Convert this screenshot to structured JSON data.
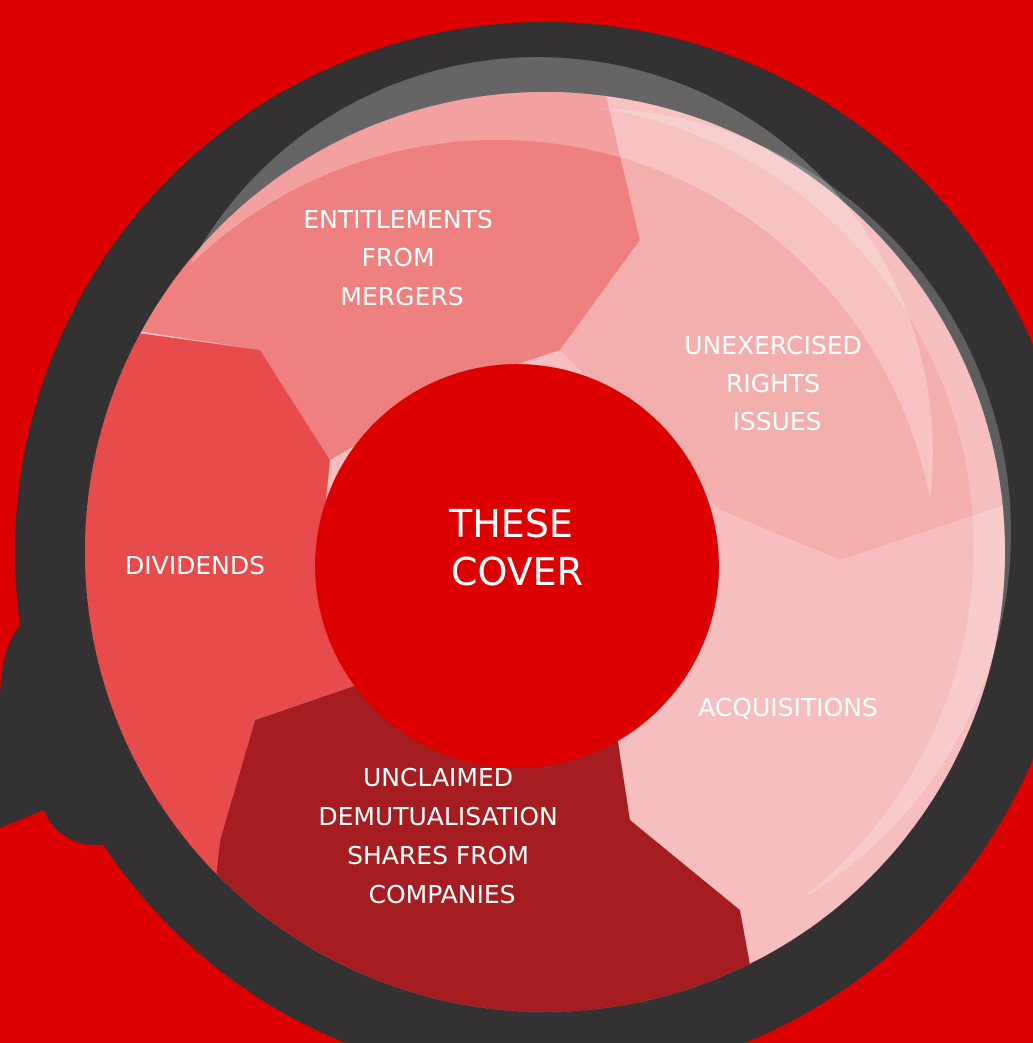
{
  "diagram": {
    "center": {
      "lines": [
        "THESE",
        "COVER"
      ]
    },
    "segments": [
      {
        "id": "entitlements",
        "lines": [
          "ENTITLEMENTS",
          "FROM",
          "MERGERS"
        ],
        "color": "#ef8080"
      },
      {
        "id": "unexercised",
        "lines": [
          "UNEXERCISED",
          "RIGHTS",
          "ISSUES"
        ],
        "color": "#f3aeae"
      },
      {
        "id": "acquisitions",
        "lines": [
          "ACQUISITIONS"
        ],
        "color": "#f6bebe"
      },
      {
        "id": "unclaimed",
        "lines": [
          "UNCLAIMED",
          "DEMUTUALISATION",
          "SHARES FROM",
          "COMPANIES"
        ],
        "color": "#a51d20"
      },
      {
        "id": "dividends",
        "lines": [
          "DIVIDENDS"
        ],
        "color": "#e74b4b"
      }
    ],
    "colors": {
      "background": "#dc0000",
      "frame": "#333132",
      "center": "#dc0000",
      "text": "#ffffff"
    }
  }
}
